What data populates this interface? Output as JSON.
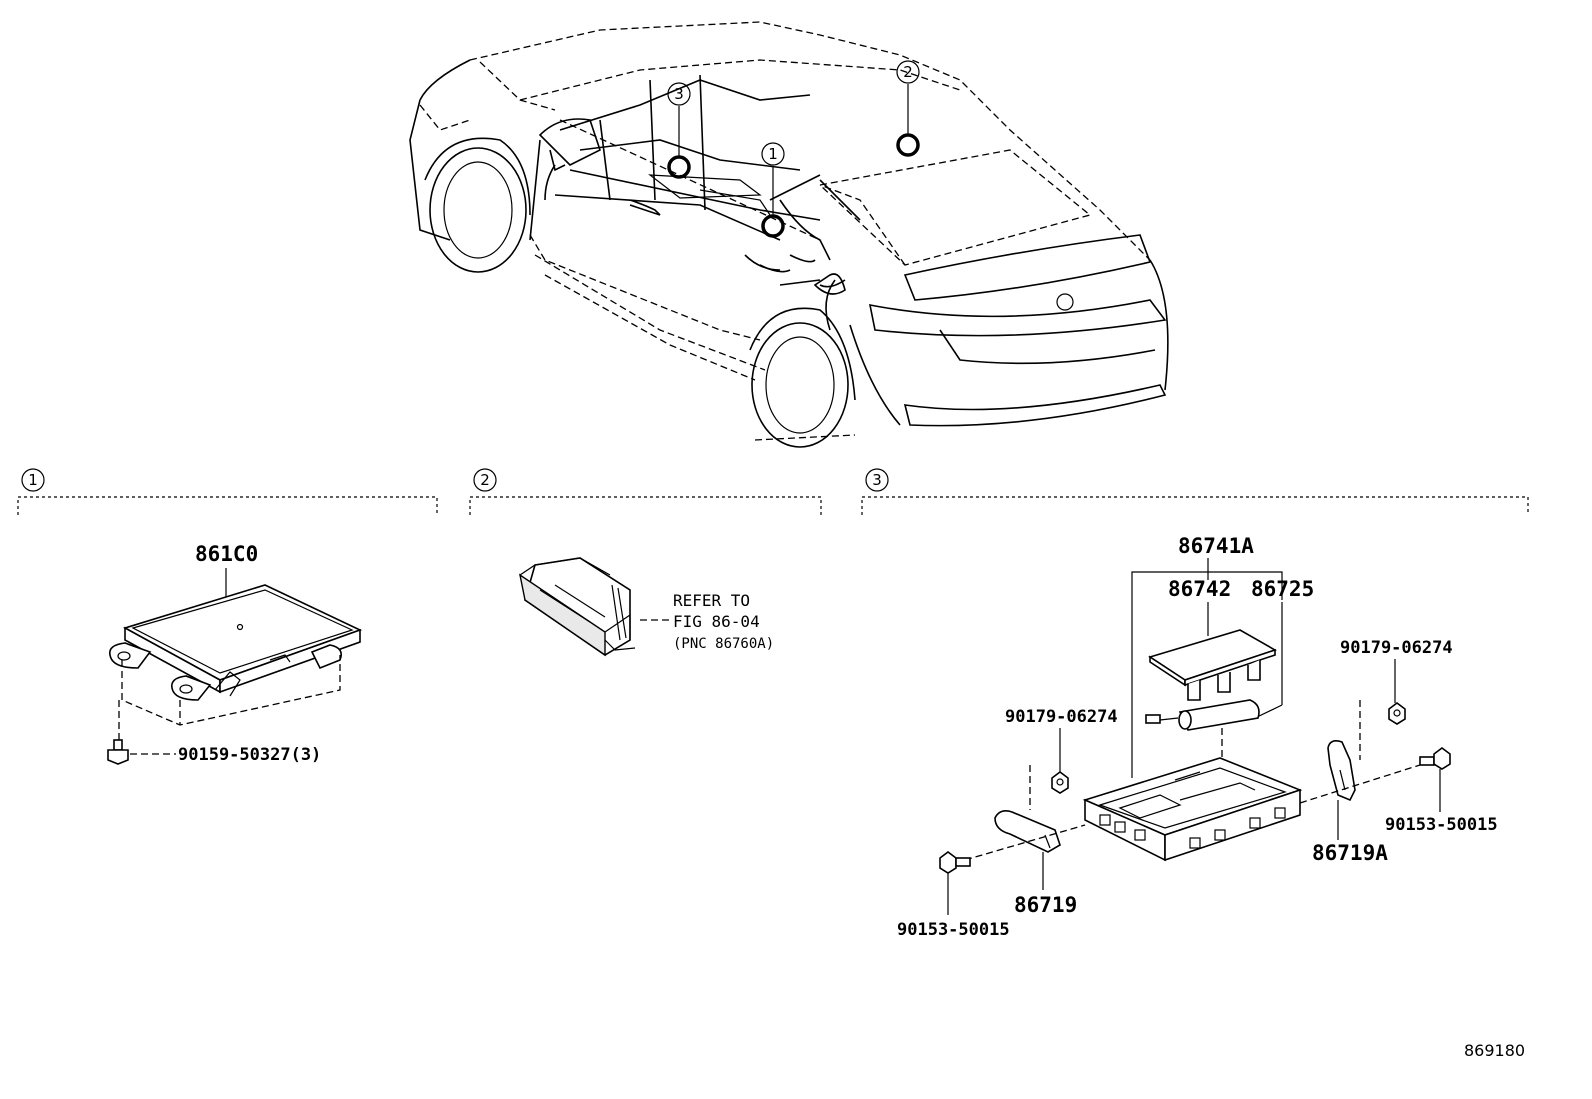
{
  "figure_number": "869180",
  "views": [
    {
      "id": "1",
      "label": "1"
    },
    {
      "id": "2",
      "label": "2"
    },
    {
      "id": "3",
      "label": "3"
    }
  ],
  "car_markers": [
    {
      "id": "3",
      "label": "3"
    },
    {
      "id": "2",
      "label": "2"
    },
    {
      "id": "1",
      "label": "1"
    }
  ],
  "section1": {
    "part_main": "861C0",
    "bolt": "90159-50327(3)"
  },
  "section2": {
    "refer_line1": "REFER TO",
    "refer_line2": "FIG 86-04",
    "refer_line3": "(PNC 86760A)"
  },
  "section3": {
    "assembly": "86741A",
    "cover": "86742",
    "battery": "86725",
    "nut_left": "90179-06274",
    "nut_right": "90179-06274",
    "bracket_left": "86719",
    "bracket_right": "86719A",
    "bolt_left": "90153-50015",
    "bolt_right": "90153-50015"
  }
}
